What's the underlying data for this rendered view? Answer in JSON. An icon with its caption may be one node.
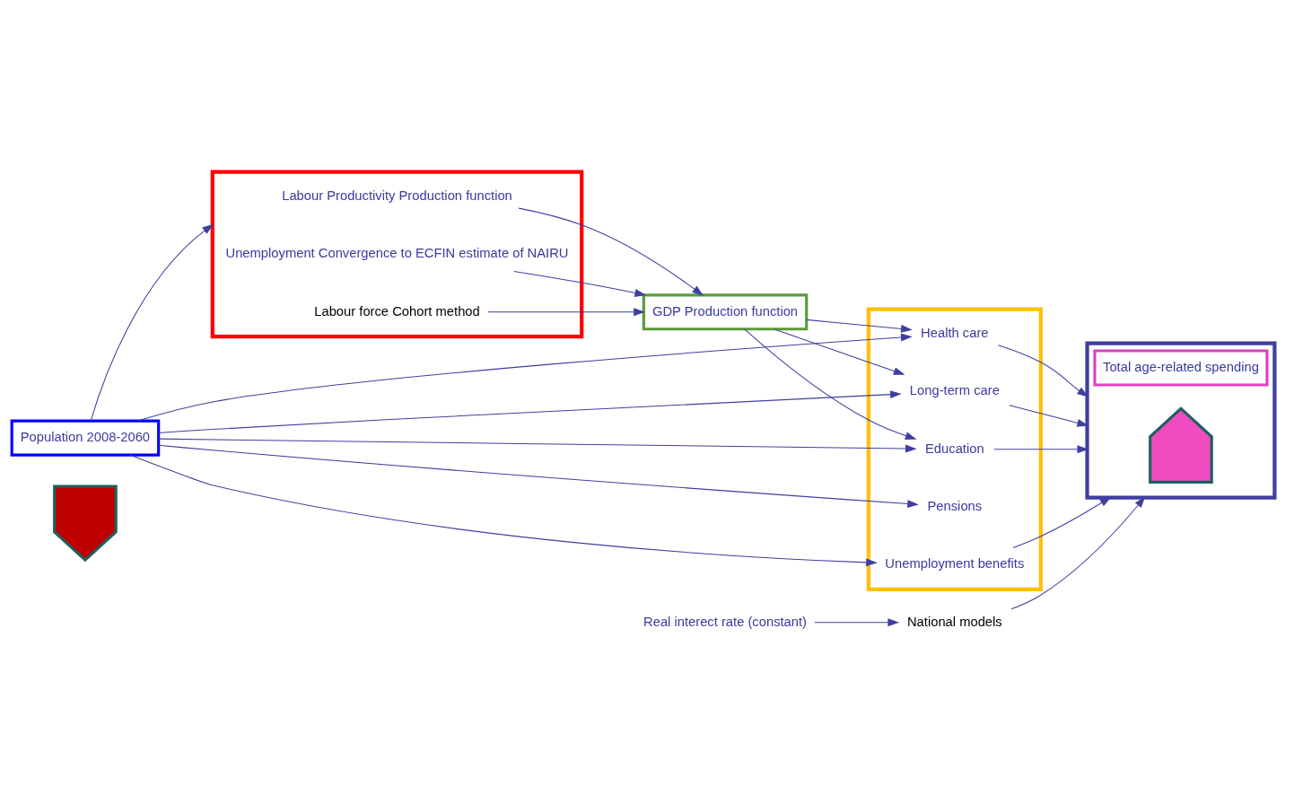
{
  "diagram": {
    "nodes": [
      {
        "text": [
          "Population 2008-2060"
        ]
      },
      {
        "text": [],
        "shape": "arrow"
      },
      {
        "text": [],
        "shape": "box"
      },
      {
        "text": [
          "Labour Productivity Production function"
        ],
        "in": 2
      },
      {
        "text": [
          "Labour force Cohort method"
        ],
        "in": 2
      },
      {
        "text": [
          "Unemployment Convergence to ECFIN estimate of NAIRU"
        ],
        "in": 2
      },
      {
        "text": [
          "GDP Production function"
        ]
      },
      {
        "text": [],
        "shape": "box"
      },
      {
        "text": [
          "Unemployment benefits"
        ],
        "in": 7
      },
      {
        "text": [
          "Health care"
        ],
        "in": 7
      },
      {
        "text": [
          "Long-term care"
        ],
        "in": 7
      },
      {
        "text": [
          "Education"
        ],
        "in": 7
      },
      {
        "text": [
          "Pensions"
        ],
        "in": 7
      },
      {
        "text": [
          "National models"
        ]
      },
      {
        "text": [
          "Real interect rate (constant)"
        ]
      },
      {
        "text": [],
        "shape": "box"
      },
      {
        "text": [],
        "shape": "arrow",
        "in": 15
      },
      {
        "text": [
          "Total age-related spending"
        ],
        "in": 15
      }
    ],
    "edges": [
      {
        "from": 0,
        "to": 2,
        "arrow": "to"
      },
      {
        "from": 0,
        "to": 8,
        "arrow": "to"
      },
      {
        "from": 0,
        "to": 9,
        "arrow": "to"
      },
      {
        "from": 0,
        "to": 10,
        "arrow": "to"
      },
      {
        "from": 0,
        "to": 11,
        "arrow": "to"
      },
      {
        "from": 0,
        "to": 12,
        "arrow": "to"
      },
      {
        "from": 3,
        "to": 6,
        "arrow": "to"
      },
      {
        "from": 4,
        "to": 6,
        "arrow": "to"
      },
      {
        "from": 5,
        "to": 6,
        "arrow": "to"
      },
      {
        "from": 6,
        "to": 9,
        "arrow": "to"
      },
      {
        "from": 6,
        "to": 10,
        "arrow": "to"
      },
      {
        "from": 6,
        "to": 11,
        "arrow": "to"
      },
      {
        "from": 14,
        "to": 13,
        "arrow": "to"
      },
      {
        "from": 8,
        "to": 15,
        "arrow": "to"
      },
      {
        "from": 9,
        "to": 15,
        "arrow": "to"
      },
      {
        "from": 10,
        "to": 15,
        "arrow": "to"
      },
      {
        "from": 11,
        "to": 15,
        "arrow": "to"
      },
      {
        "from": 13,
        "to": 15,
        "arrow": "to"
      }
    ]
  }
}
